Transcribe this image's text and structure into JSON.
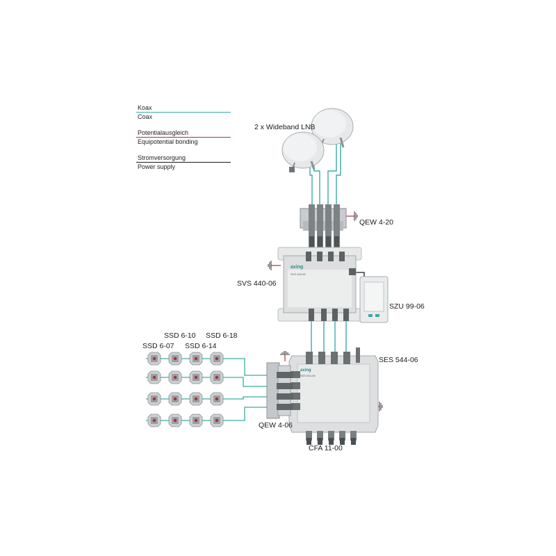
{
  "legend": {
    "items": [
      {
        "de": "Koax",
        "en": "Coax",
        "color": "#3aaaa4"
      },
      {
        "de": "Potentialausgleich",
        "en": "Equipotential bonding",
        "color": "#b03030"
      },
      {
        "de": "Stromversorgung",
        "en": "Power supply",
        "color": "#1a1a1a"
      }
    ]
  },
  "labels": {
    "lnb": "2 x Wideband LNB",
    "qew420": "QEW 4-20",
    "svs": "SVS 440-06",
    "szu": "SZU 99-06",
    "ses": "SES 544-06",
    "qew406": "QEW 4-06",
    "cfa": "CFA 11-00",
    "ssd607": "SSD 6-07",
    "ssd610": "SSD 6-10",
    "ssd614": "SSD 6-14",
    "ssd618": "SSD 6-18"
  },
  "devices": {
    "brand": "axing",
    "svs_model": "SVS 440-06",
    "ses_model": "SES 544-06"
  },
  "colors": {
    "coax": "#3aaaa4",
    "bonding": "#b03030",
    "power": "#1a1a1a",
    "device": "#dcdedf",
    "device_dark": "#9ea3a6"
  }
}
